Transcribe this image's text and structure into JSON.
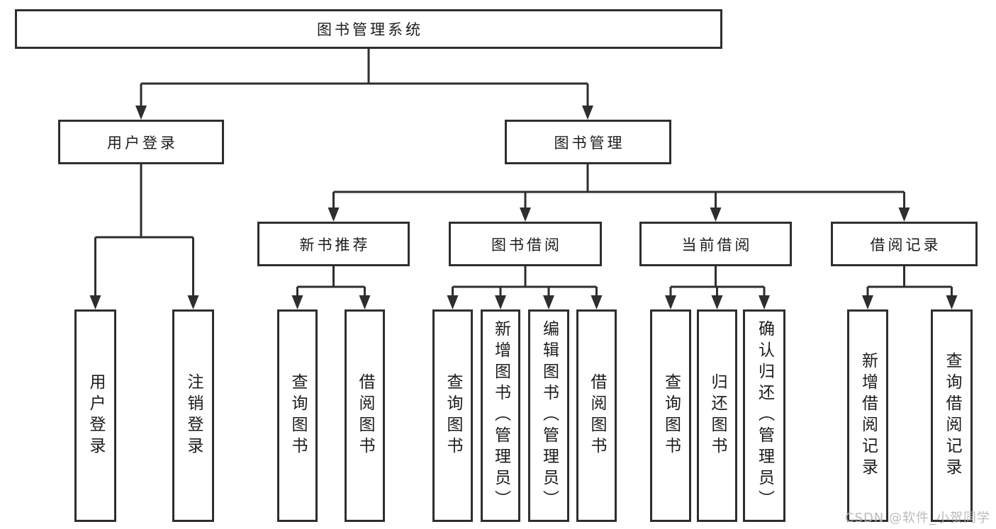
{
  "diagram": {
    "root": {
      "label": "图书管理系统"
    },
    "level2": [
      {
        "label": "用户登录"
      },
      {
        "label": "图书管理"
      }
    ],
    "level3": [
      {
        "label": "新书推荐"
      },
      {
        "label": "图书借阅"
      },
      {
        "label": "当前借阅"
      },
      {
        "label": "借阅记录"
      }
    ],
    "leaves": [
      {
        "label": "用户登录",
        "parent": "用户登录"
      },
      {
        "label": "注销登录",
        "parent": "用户登录"
      },
      {
        "label": "查询图书",
        "parent": "新书推荐"
      },
      {
        "label": "借阅图书",
        "parent": "新书推荐"
      },
      {
        "label": "查询图书",
        "parent": "图书借阅"
      },
      {
        "label": "新增图书（管理员）",
        "parent": "图书借阅"
      },
      {
        "label": "编辑图书（管理员）",
        "parent": "图书借阅"
      },
      {
        "label": "借阅图书",
        "parent": "图书借阅"
      },
      {
        "label": "查询图书",
        "parent": "当前借阅"
      },
      {
        "label": "归还图书",
        "parent": "当前借阅"
      },
      {
        "label": "确认归还（管理员）",
        "parent": "当前借阅"
      },
      {
        "label": "新增借阅记录",
        "parent": "借阅记录"
      },
      {
        "label": "查询借阅记录",
        "parent": "借阅记录"
      }
    ],
    "watermark": "CSDN @软件_小贺同学"
  },
  "colors": {
    "line": "#2e2e2e",
    "box_border": "#2e2e2e",
    "box_fill": "#ffffff",
    "text": "#1c1c1c",
    "watermark": "#b4b4b4"
  }
}
